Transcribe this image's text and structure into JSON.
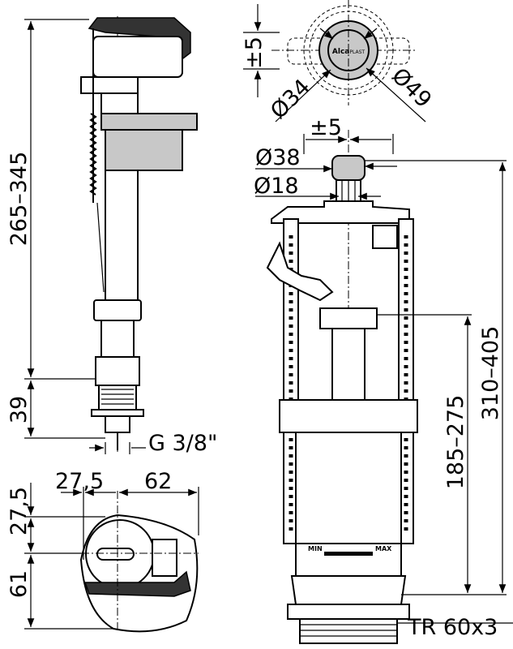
{
  "fill_valve": {
    "height_range": "265–345",
    "thread_length": "39",
    "thread_size": "G 3/8\""
  },
  "fill_valve_top_view": {
    "offset_horizontal": "27,5",
    "width": "62",
    "offset_vertical": "27,5",
    "depth": "61"
  },
  "button_top_view": {
    "adjust": "±5",
    "inner_diameter": "Ø34",
    "outer_diameter": "Ø49",
    "logo_bold": "Alca",
    "logo_light": "PLAST"
  },
  "flush_valve": {
    "adjust": "±5",
    "button_diameter": "Ø38",
    "rod_diameter": "Ø18",
    "overflow_height": "185–275",
    "total_height": "310–405",
    "thread": "TR 60x3",
    "min_label": "MIN",
    "max_label": "MAX"
  },
  "colors": {
    "grey_part": "#c8c8c8",
    "line": "#000000"
  }
}
